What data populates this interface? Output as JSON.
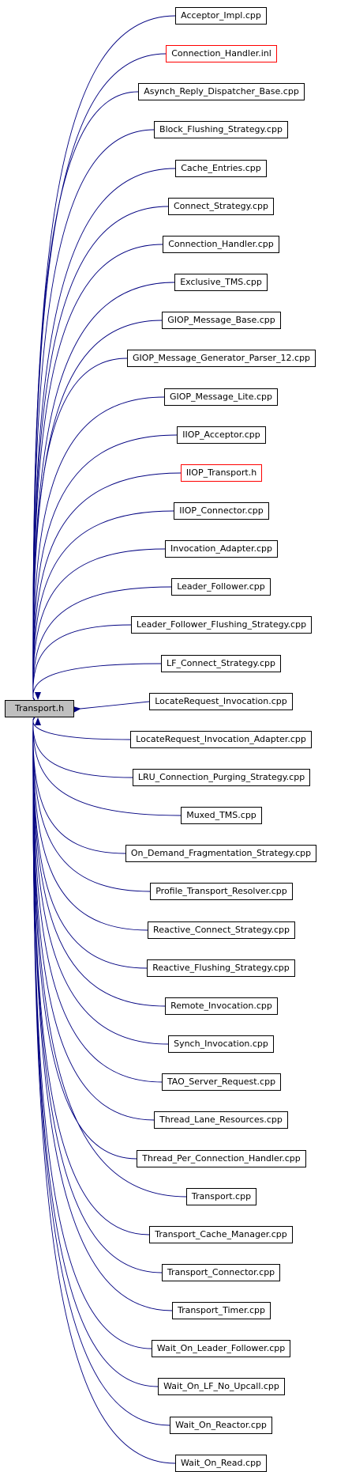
{
  "root": {
    "label": "Transport.h"
  },
  "edge_color": "#000080",
  "nodes": [
    {
      "label": "Acceptor_Impl.cpp",
      "border": "black"
    },
    {
      "label": "Connection_Handler.inl",
      "border": "red"
    },
    {
      "label": "Asynch_Reply_Dispatcher_Base.cpp",
      "border": "black"
    },
    {
      "label": "Block_Flushing_Strategy.cpp",
      "border": "black"
    },
    {
      "label": "Cache_Entries.cpp",
      "border": "black"
    },
    {
      "label": "Connect_Strategy.cpp",
      "border": "black"
    },
    {
      "label": "Connection_Handler.cpp",
      "border": "black"
    },
    {
      "label": "Exclusive_TMS.cpp",
      "border": "black"
    },
    {
      "label": "GIOP_Message_Base.cpp",
      "border": "black"
    },
    {
      "label": "GIOP_Message_Generator_Parser_12.cpp",
      "border": "black"
    },
    {
      "label": "GIOP_Message_Lite.cpp",
      "border": "black"
    },
    {
      "label": "IIOP_Acceptor.cpp",
      "border": "black"
    },
    {
      "label": "IIOP_Transport.h",
      "border": "red"
    },
    {
      "label": "IIOP_Connector.cpp",
      "border": "black"
    },
    {
      "label": "Invocation_Adapter.cpp",
      "border": "black"
    },
    {
      "label": "Leader_Follower.cpp",
      "border": "black"
    },
    {
      "label": "Leader_Follower_Flushing_Strategy.cpp",
      "border": "black"
    },
    {
      "label": "LF_Connect_Strategy.cpp",
      "border": "black"
    },
    {
      "label": "LocateRequest_Invocation.cpp",
      "border": "black"
    },
    {
      "label": "LocateRequest_Invocation_Adapter.cpp",
      "border": "black"
    },
    {
      "label": "LRU_Connection_Purging_Strategy.cpp",
      "border": "black"
    },
    {
      "label": "Muxed_TMS.cpp",
      "border": "black"
    },
    {
      "label": "On_Demand_Fragmentation_Strategy.cpp",
      "border": "black"
    },
    {
      "label": "Profile_Transport_Resolver.cpp",
      "border": "black"
    },
    {
      "label": "Reactive_Connect_Strategy.cpp",
      "border": "black"
    },
    {
      "label": "Reactive_Flushing_Strategy.cpp",
      "border": "black"
    },
    {
      "label": "Remote_Invocation.cpp",
      "border": "black"
    },
    {
      "label": "Synch_Invocation.cpp",
      "border": "black"
    },
    {
      "label": "TAO_Server_Request.cpp",
      "border": "black"
    },
    {
      "label": "Thread_Lane_Resources.cpp",
      "border": "black"
    },
    {
      "label": "Thread_Per_Connection_Handler.cpp",
      "border": "black"
    },
    {
      "label": "Transport.cpp",
      "border": "black"
    },
    {
      "label": "Transport_Cache_Manager.cpp",
      "border": "black"
    },
    {
      "label": "Transport_Connector.cpp",
      "border": "black"
    },
    {
      "label": "Transport_Timer.cpp",
      "border": "black"
    },
    {
      "label": "Wait_On_Leader_Follower.cpp",
      "border": "black"
    },
    {
      "label": "Wait_On_LF_No_Upcall.cpp",
      "border": "black"
    },
    {
      "label": "Wait_On_Reactor.cpp",
      "border": "black"
    },
    {
      "label": "Wait_On_Read.cpp",
      "border": "black"
    }
  ]
}
